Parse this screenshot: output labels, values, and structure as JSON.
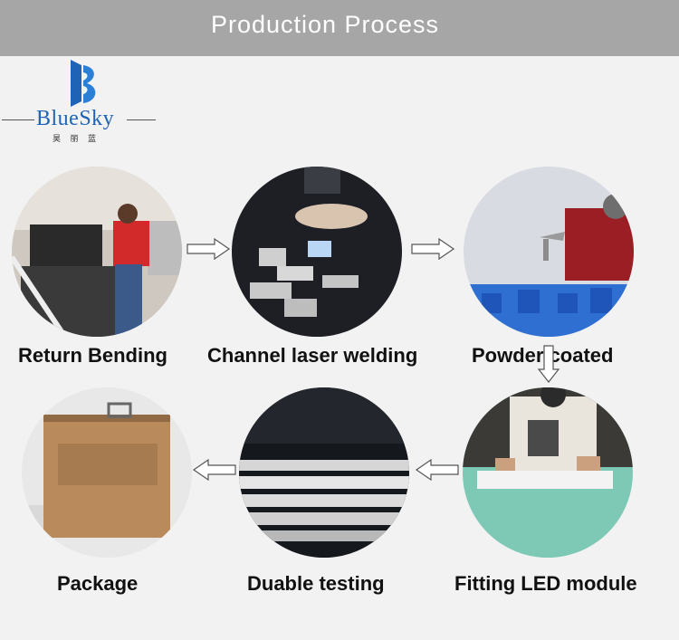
{
  "header": {
    "title": "Production Process"
  },
  "logo": {
    "name": "BlueSky",
    "subtitle": "昊 丽 蓝"
  },
  "steps": [
    {
      "label": "Return Bending"
    },
    {
      "label": "Channel laser welding"
    },
    {
      "label": "Powder coated"
    },
    {
      "label": "Fitting LED module"
    },
    {
      "label": "Duable testing"
    },
    {
      "label": "Package"
    }
  ],
  "colors": {
    "banner": "#a6a6a6",
    "brand_blue": "#1e63b5",
    "background": "#f2f2f2"
  }
}
